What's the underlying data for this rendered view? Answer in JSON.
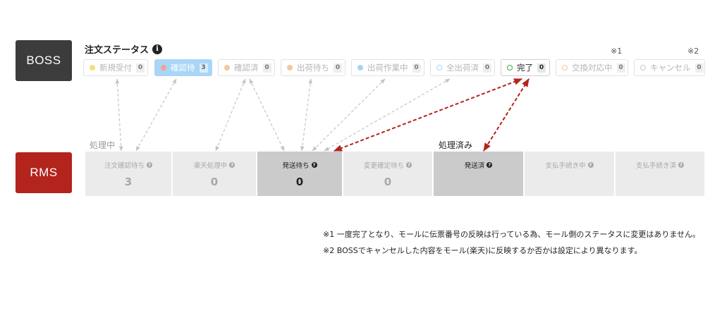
{
  "systems": {
    "boss": "BOSS",
    "rms": "RMS"
  },
  "boss": {
    "title": "注文ステータス",
    "info_icon": "i",
    "note_marks": [
      "※1",
      "※2"
    ],
    "statuses": [
      {
        "label": "新規受付",
        "count": "0",
        "dot_color": "#f4de7a",
        "dot_style": "filled",
        "state": "inactive"
      },
      {
        "label": "確認待",
        "count": "3",
        "dot_color": "#f3a19a",
        "dot_style": "filled",
        "state": "active"
      },
      {
        "label": "確認済",
        "count": "0",
        "dot_color": "#f5c79a",
        "dot_style": "filled",
        "state": "inactive"
      },
      {
        "label": "出荷待ち",
        "count": "0",
        "dot_color": "#f5c79a",
        "dot_style": "filled",
        "state": "inactive"
      },
      {
        "label": "出荷作業中",
        "count": "0",
        "dot_color": "#a9d3ee",
        "dot_style": "filled",
        "state": "inactive"
      },
      {
        "label": "全出荷済",
        "count": "0",
        "dot_color": "#a9d3ee",
        "dot_style": "ring",
        "state": "inactive"
      },
      {
        "label": "完了",
        "count": "0",
        "dot_color": "#3ea83e",
        "dot_style": "ring",
        "state": "done"
      },
      {
        "label": "交換対応中",
        "count": "0",
        "dot_color": "#f5c79a",
        "dot_style": "ring",
        "state": "inactive"
      },
      {
        "label": "キャンセル",
        "count": "0",
        "dot_color": "#c6c6c6",
        "dot_style": "ring",
        "state": "inactive"
      }
    ]
  },
  "rms": {
    "label_processing": "処理中",
    "label_processed": "処理済み",
    "cells": [
      {
        "label": "注文確認待ち",
        "value": "3",
        "highlight": false
      },
      {
        "label": "楽天処理中",
        "value": "0",
        "highlight": false
      },
      {
        "label": "発送待ち",
        "value": "0",
        "highlight": true
      },
      {
        "label": "変更確定待ち",
        "value": "0",
        "highlight": false
      },
      {
        "label": "発送済",
        "value": "",
        "highlight": true
      },
      {
        "label": "支払手続き中",
        "value": "",
        "highlight": false
      },
      {
        "label": "支払手続き済",
        "value": "",
        "highlight": false
      }
    ]
  },
  "footnotes": [
    "※1 一度完了となり、モールに伝票番号の反映は行っている為、モール側のステータスに変更はありません。",
    "※2 BOSSでキャンセルした内容をモール(楽天)に反映するか否かは設定により異なります。"
  ],
  "colors": {
    "boss_box": "#3c3c3c",
    "rms_box": "#b3241c",
    "active_chip": "#a9d6f6",
    "arrow_gray": "#c4c4c4",
    "arrow_red": "#b3241c"
  }
}
